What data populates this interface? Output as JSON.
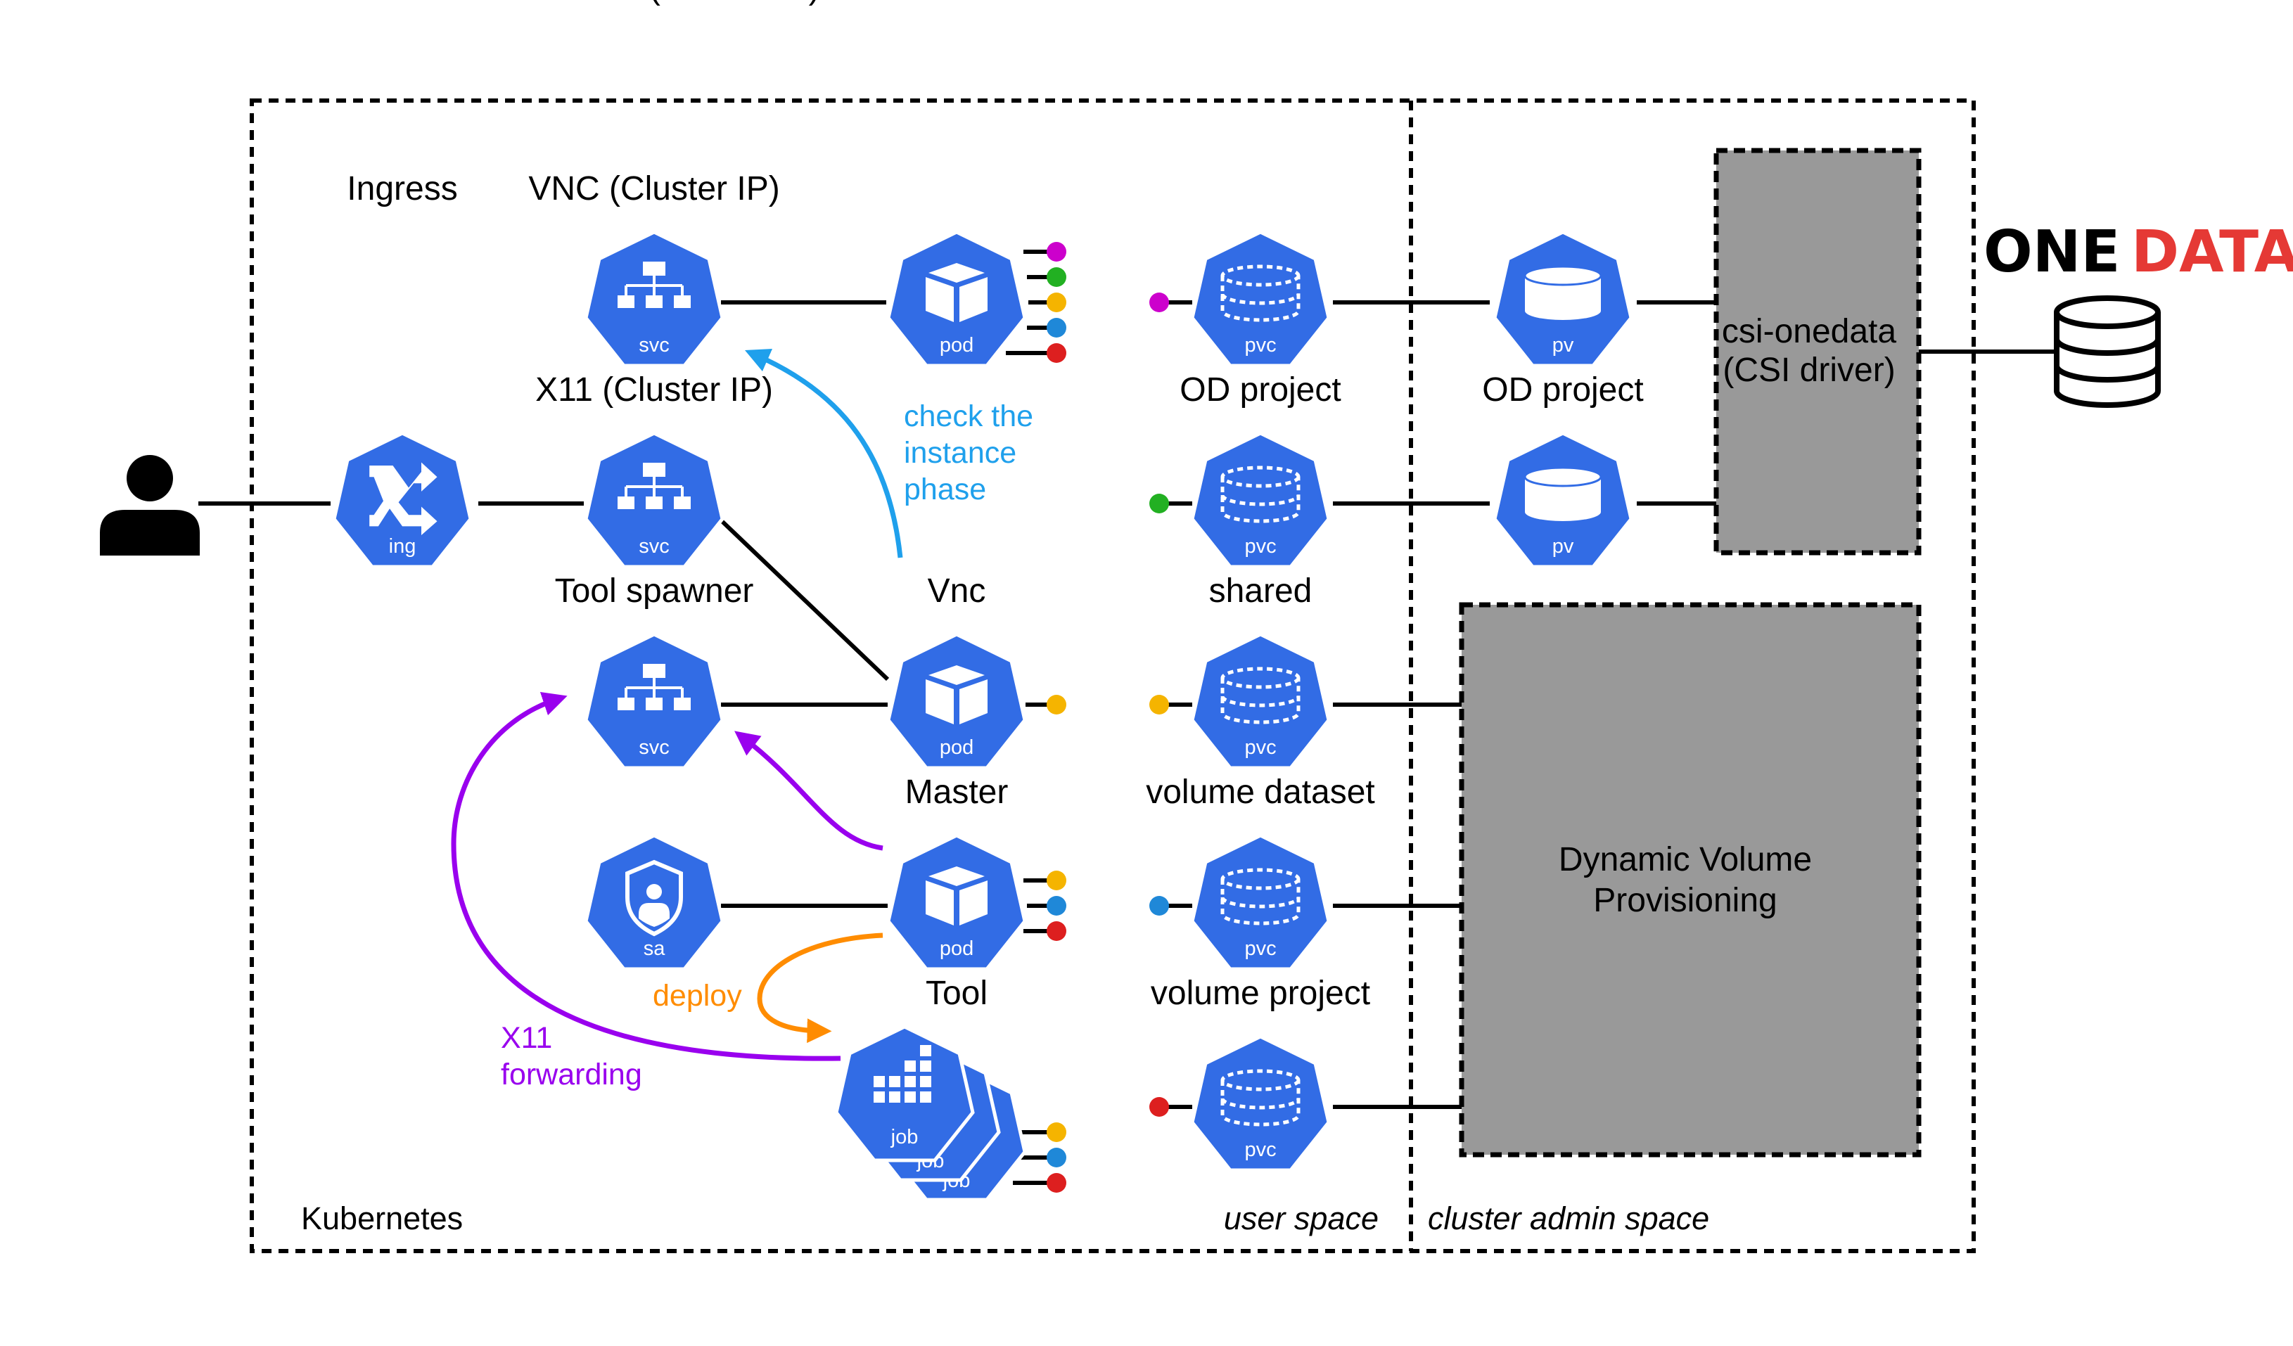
{
  "colors": {
    "k8s_blue": "#326ce5",
    "check_arrow": "#1fa0ec",
    "x11_arrow": "#9900ee",
    "deploy_arrow": "#ff8c00",
    "dot_magenta": "#cc00cc",
    "dot_green": "#22b022",
    "dot_yellow": "#f5b400",
    "dot_blue": "#1f88d8",
    "dot_red": "#dd1f1f",
    "storage_gray": "#999999",
    "onedata_red": "#e53935"
  },
  "user": {
    "icon": "person-icon"
  },
  "kubernetes": {
    "label": "Kubernetes",
    "user_space_label": "user space",
    "cluster_admin_space_label": "cluster admin space"
  },
  "nodes": {
    "ingress": {
      "title": "Ingress",
      "sub": "ing",
      "icon": "ingress-icon"
    },
    "rest_api": {
      "title": "REST API (Cluster IP)",
      "sub": "svc",
      "icon": "service-icon"
    },
    "vnc_svc": {
      "title": "VNC (Cluster IP)",
      "sub": "svc",
      "icon": "service-icon"
    },
    "x11_svc": {
      "title": "X11 (Cluster IP)",
      "sub": "svc",
      "icon": "service-icon"
    },
    "tool_spawner": {
      "title": "Tool spawner",
      "sub": "sa",
      "icon": "service-account-icon"
    },
    "controller": {
      "title": "Controller",
      "sub": "pod",
      "icon": "pod-icon"
    },
    "vnc_pod": {
      "title": "Vnc",
      "sub": "pod",
      "icon": "pod-icon"
    },
    "master": {
      "title": "Master",
      "sub": "pod",
      "icon": "pod-icon"
    },
    "tool": {
      "title": "Tool",
      "sub": "job",
      "icon": "job-icon"
    },
    "pvc_od_dataset": {
      "title": "OD dataset",
      "sub": "pvc",
      "icon": "pvc-icon"
    },
    "pvc_od_project": {
      "title": "OD project",
      "sub": "pvc",
      "icon": "pvc-icon"
    },
    "pvc_shared": {
      "title": "shared",
      "sub": "pvc",
      "icon": "pvc-icon"
    },
    "pvc_volume_dataset": {
      "title": "volume dataset",
      "sub": "pvc",
      "icon": "pvc-icon"
    },
    "pvc_volume_project": {
      "title": "volume project",
      "sub": "pvc",
      "icon": "pvc-icon"
    },
    "pv_od_dataset": {
      "title": "OD dataset",
      "sub": "pv",
      "icon": "pv-icon"
    },
    "pv_od_project": {
      "title": "OD project",
      "sub": "pv",
      "icon": "pv-icon"
    }
  },
  "annotations": {
    "check_phase": [
      "check the",
      "instance",
      "phase"
    ],
    "x11_forwarding": [
      "X11",
      "forwarding"
    ],
    "deploy": "deploy"
  },
  "storage": {
    "csi_driver": [
      "csi-onedata",
      "(CSI driver)"
    ],
    "dynamic_provisioning": [
      "Dynamic Volume",
      "Provisioning"
    ]
  },
  "onedata": {
    "logo_left": "ONE",
    "logo_right": "DATA",
    "icon": "database-icon"
  }
}
